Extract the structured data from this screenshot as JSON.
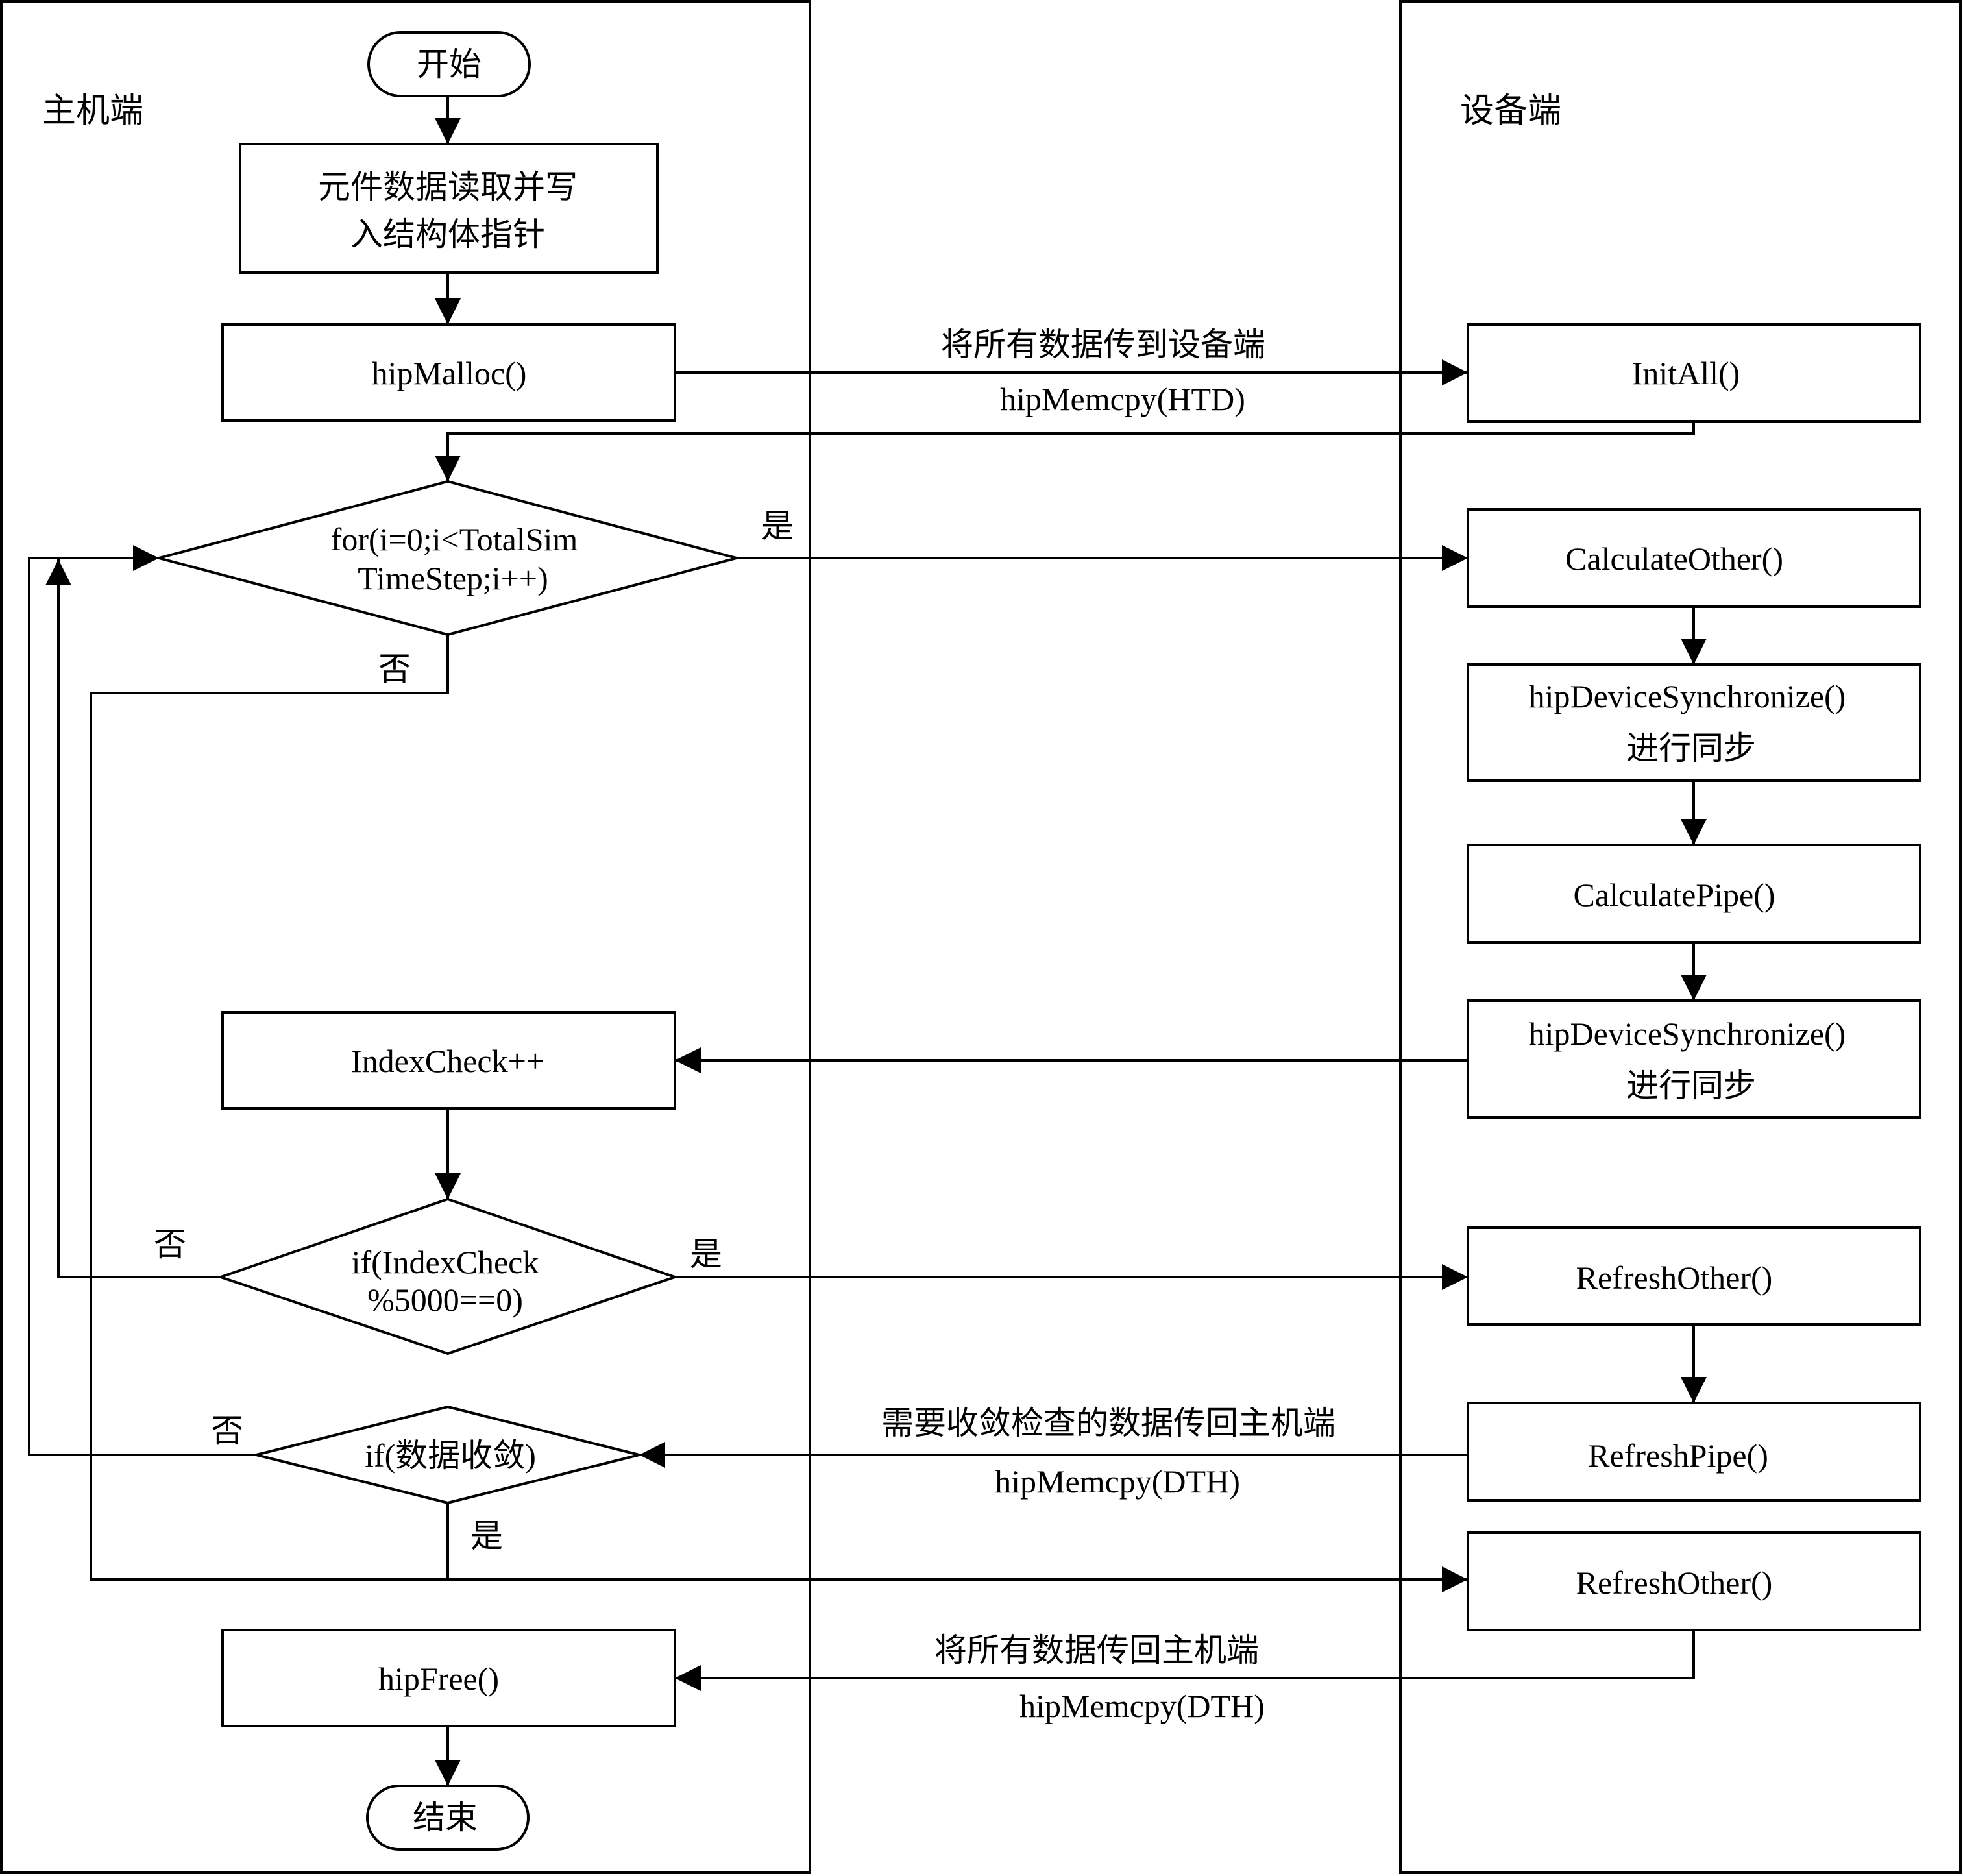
{
  "lanes": {
    "host": "主机端",
    "device": "设备端"
  },
  "host": {
    "start": "开始",
    "read_line1": "元件数据读取并写",
    "read_line2": "入结构体指针",
    "malloc": "hipMalloc()",
    "for_line1": "for(i=0;i<TotalSim",
    "for_line2": "TimeStep;i++)",
    "index_check": "IndexCheck++",
    "if_index_line1": "if(IndexCheck",
    "if_index_line2": "%5000==0)",
    "if_converge": "if(数据收敛)",
    "free": "hipFree()",
    "end": "结束"
  },
  "device": {
    "init_all": "InitAll()",
    "calc_other": "CalculateOther()",
    "sync1_line1": "hipDeviceSynchronize()",
    "sync1_line2": "进行同步",
    "calc_pipe": "CalculatePipe()",
    "sync2_line1": "hipDeviceSynchronize()",
    "sync2_line2": "进行同步",
    "refresh_other_1": "RefreshOther()",
    "refresh_pipe": "RefreshPipe()",
    "refresh_other_2": "RefreshOther()"
  },
  "edges": {
    "htd_label": "将所有数据传到设备端",
    "htd_call": "hipMemcpy(HTD)",
    "dth_check_label": "需要收敛检查的数据传回主机端",
    "dth_check_call": "hipMemcpy(DTH)",
    "dth_all_label": "将所有数据传回主机端",
    "dth_all_call": "hipMemcpy(DTH)",
    "yes": "是",
    "no": "否"
  },
  "colors": {
    "stroke": "#000000",
    "background": "#ffffff"
  }
}
